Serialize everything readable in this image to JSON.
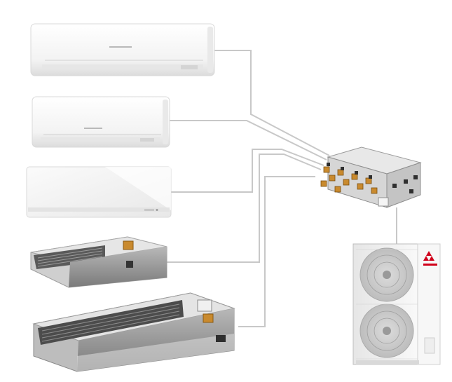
{
  "diagram": {
    "indoor_units": [
      {
        "id": "wall-mount-large",
        "kind": "wall-mounted"
      },
      {
        "id": "wall-mount-medium",
        "kind": "wall-mounted"
      },
      {
        "id": "wall-mount-flat",
        "kind": "wall-mounted"
      },
      {
        "id": "ducted-slim",
        "kind": "ducted"
      },
      {
        "id": "ducted-large",
        "kind": "ducted"
      }
    ],
    "branch_box": {
      "id": "branch-box",
      "port_count": 10
    },
    "outdoor_unit": {
      "id": "outdoor-unit",
      "fans": 2
    },
    "colors": {
      "pipe": "#c8c8c8",
      "unit_body": "#f2f2f2",
      "unit_edge": "#d6d6d6",
      "duct_metal": "#8a8a8a",
      "brass": "#c98a2e",
      "brand_red": "#d0021b"
    },
    "icons": [
      "brand-logo-icon"
    ]
  }
}
